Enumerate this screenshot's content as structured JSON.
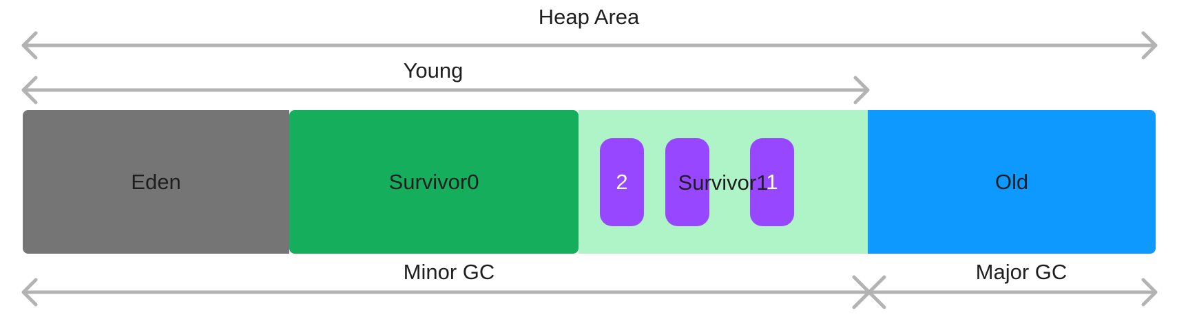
{
  "spans": {
    "heap": "Heap Area",
    "young": "Young",
    "minor_gc": "Minor GC",
    "major_gc": "Major GC"
  },
  "blocks": {
    "eden": {
      "label": "Eden",
      "color": "#757575"
    },
    "survivor0": {
      "label": "Survivor0",
      "color": "#14ae5c"
    },
    "survivor1": {
      "label": "Survivor1",
      "color": "#aff4c6"
    },
    "old": {
      "label": "Old",
      "color": "#0d99ff"
    }
  },
  "objects": [
    {
      "label": "2"
    },
    {
      "label": ""
    },
    {
      "label": "1"
    }
  ],
  "colors": {
    "arrow": "#b3b3b3",
    "object": "#9747ff"
  }
}
